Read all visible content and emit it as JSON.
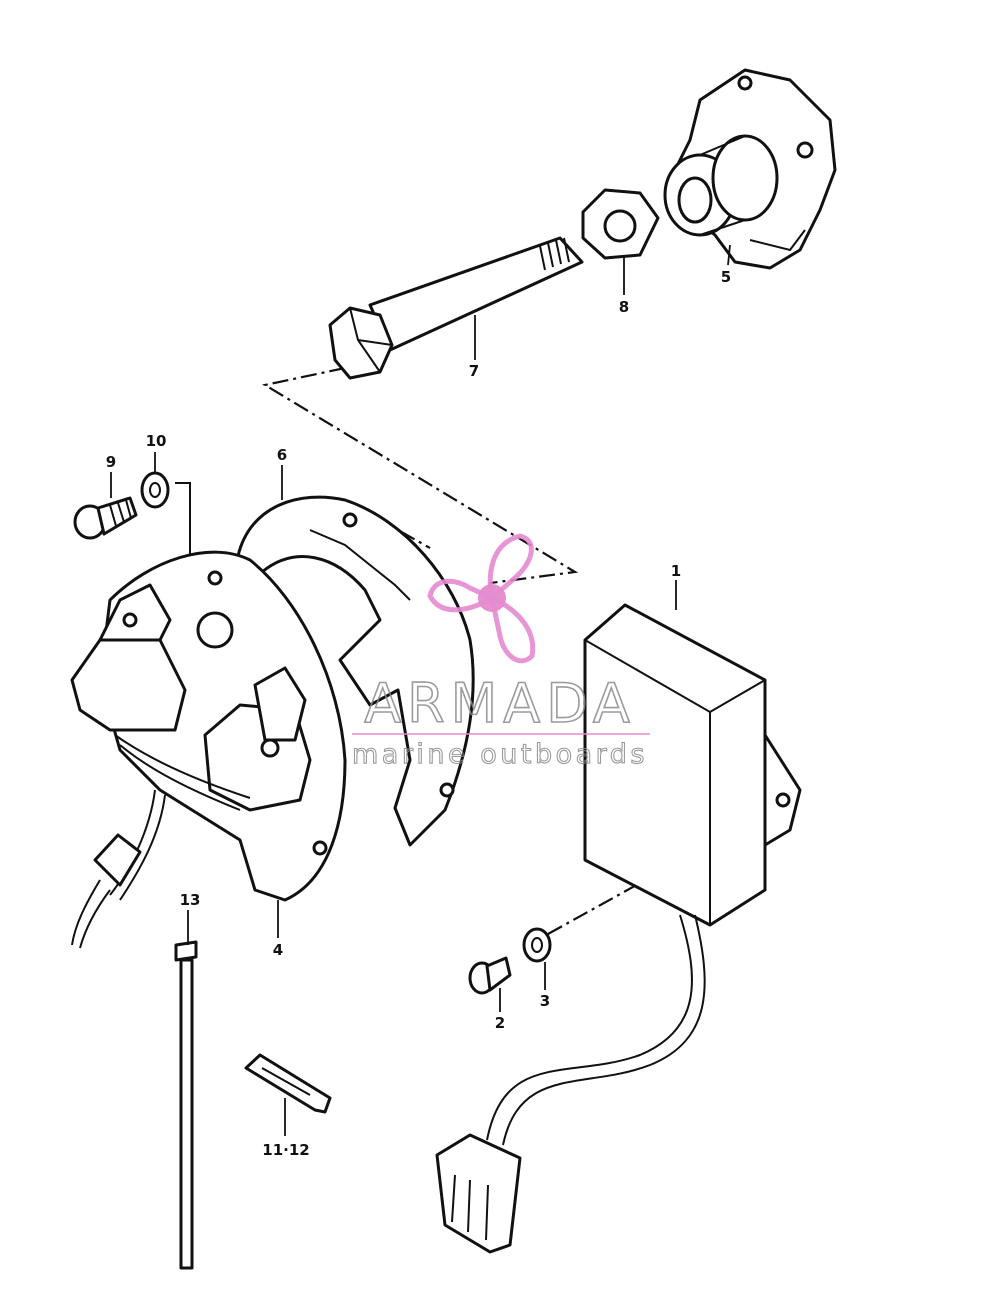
{
  "callouts": {
    "c1": "1",
    "c2": "2",
    "c3": "3",
    "c4": "4",
    "c5": "5",
    "c6": "6",
    "c7": "7",
    "c8": "8",
    "c9": "9",
    "c10": "10",
    "c11_12": "11·12",
    "c13": "13"
  },
  "watermark": {
    "brand": "ARMADA",
    "tagline": "marine outboards",
    "color": "#e58ad0",
    "icon": "propeller-icon"
  }
}
